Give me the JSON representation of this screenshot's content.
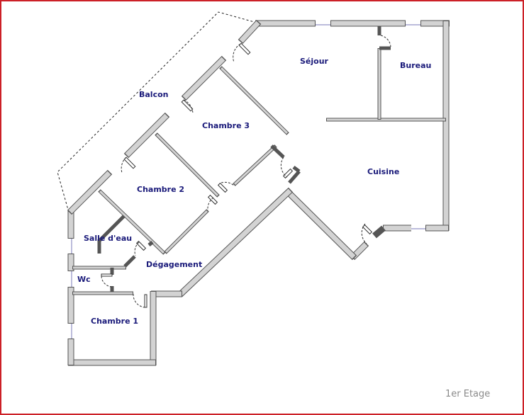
{
  "plan": {
    "floor_label": "1er Etage",
    "frame_color": "#cc2027",
    "label_color": "#1a1a7a",
    "wall_fill": "#d3d3d3",
    "wall_stroke": "#555555",
    "rooms": {
      "sejour": "Séjour",
      "bureau": "Bureau",
      "cuisine": "Cuisine",
      "balcon": "Balcon",
      "chambre3": "Chambre 3",
      "chambre2": "Chambre 2",
      "salle_deau": "Salle d'eau",
      "degagement": "Dégagement",
      "wc": "Wc",
      "chambre1": "Chambre 1"
    }
  }
}
